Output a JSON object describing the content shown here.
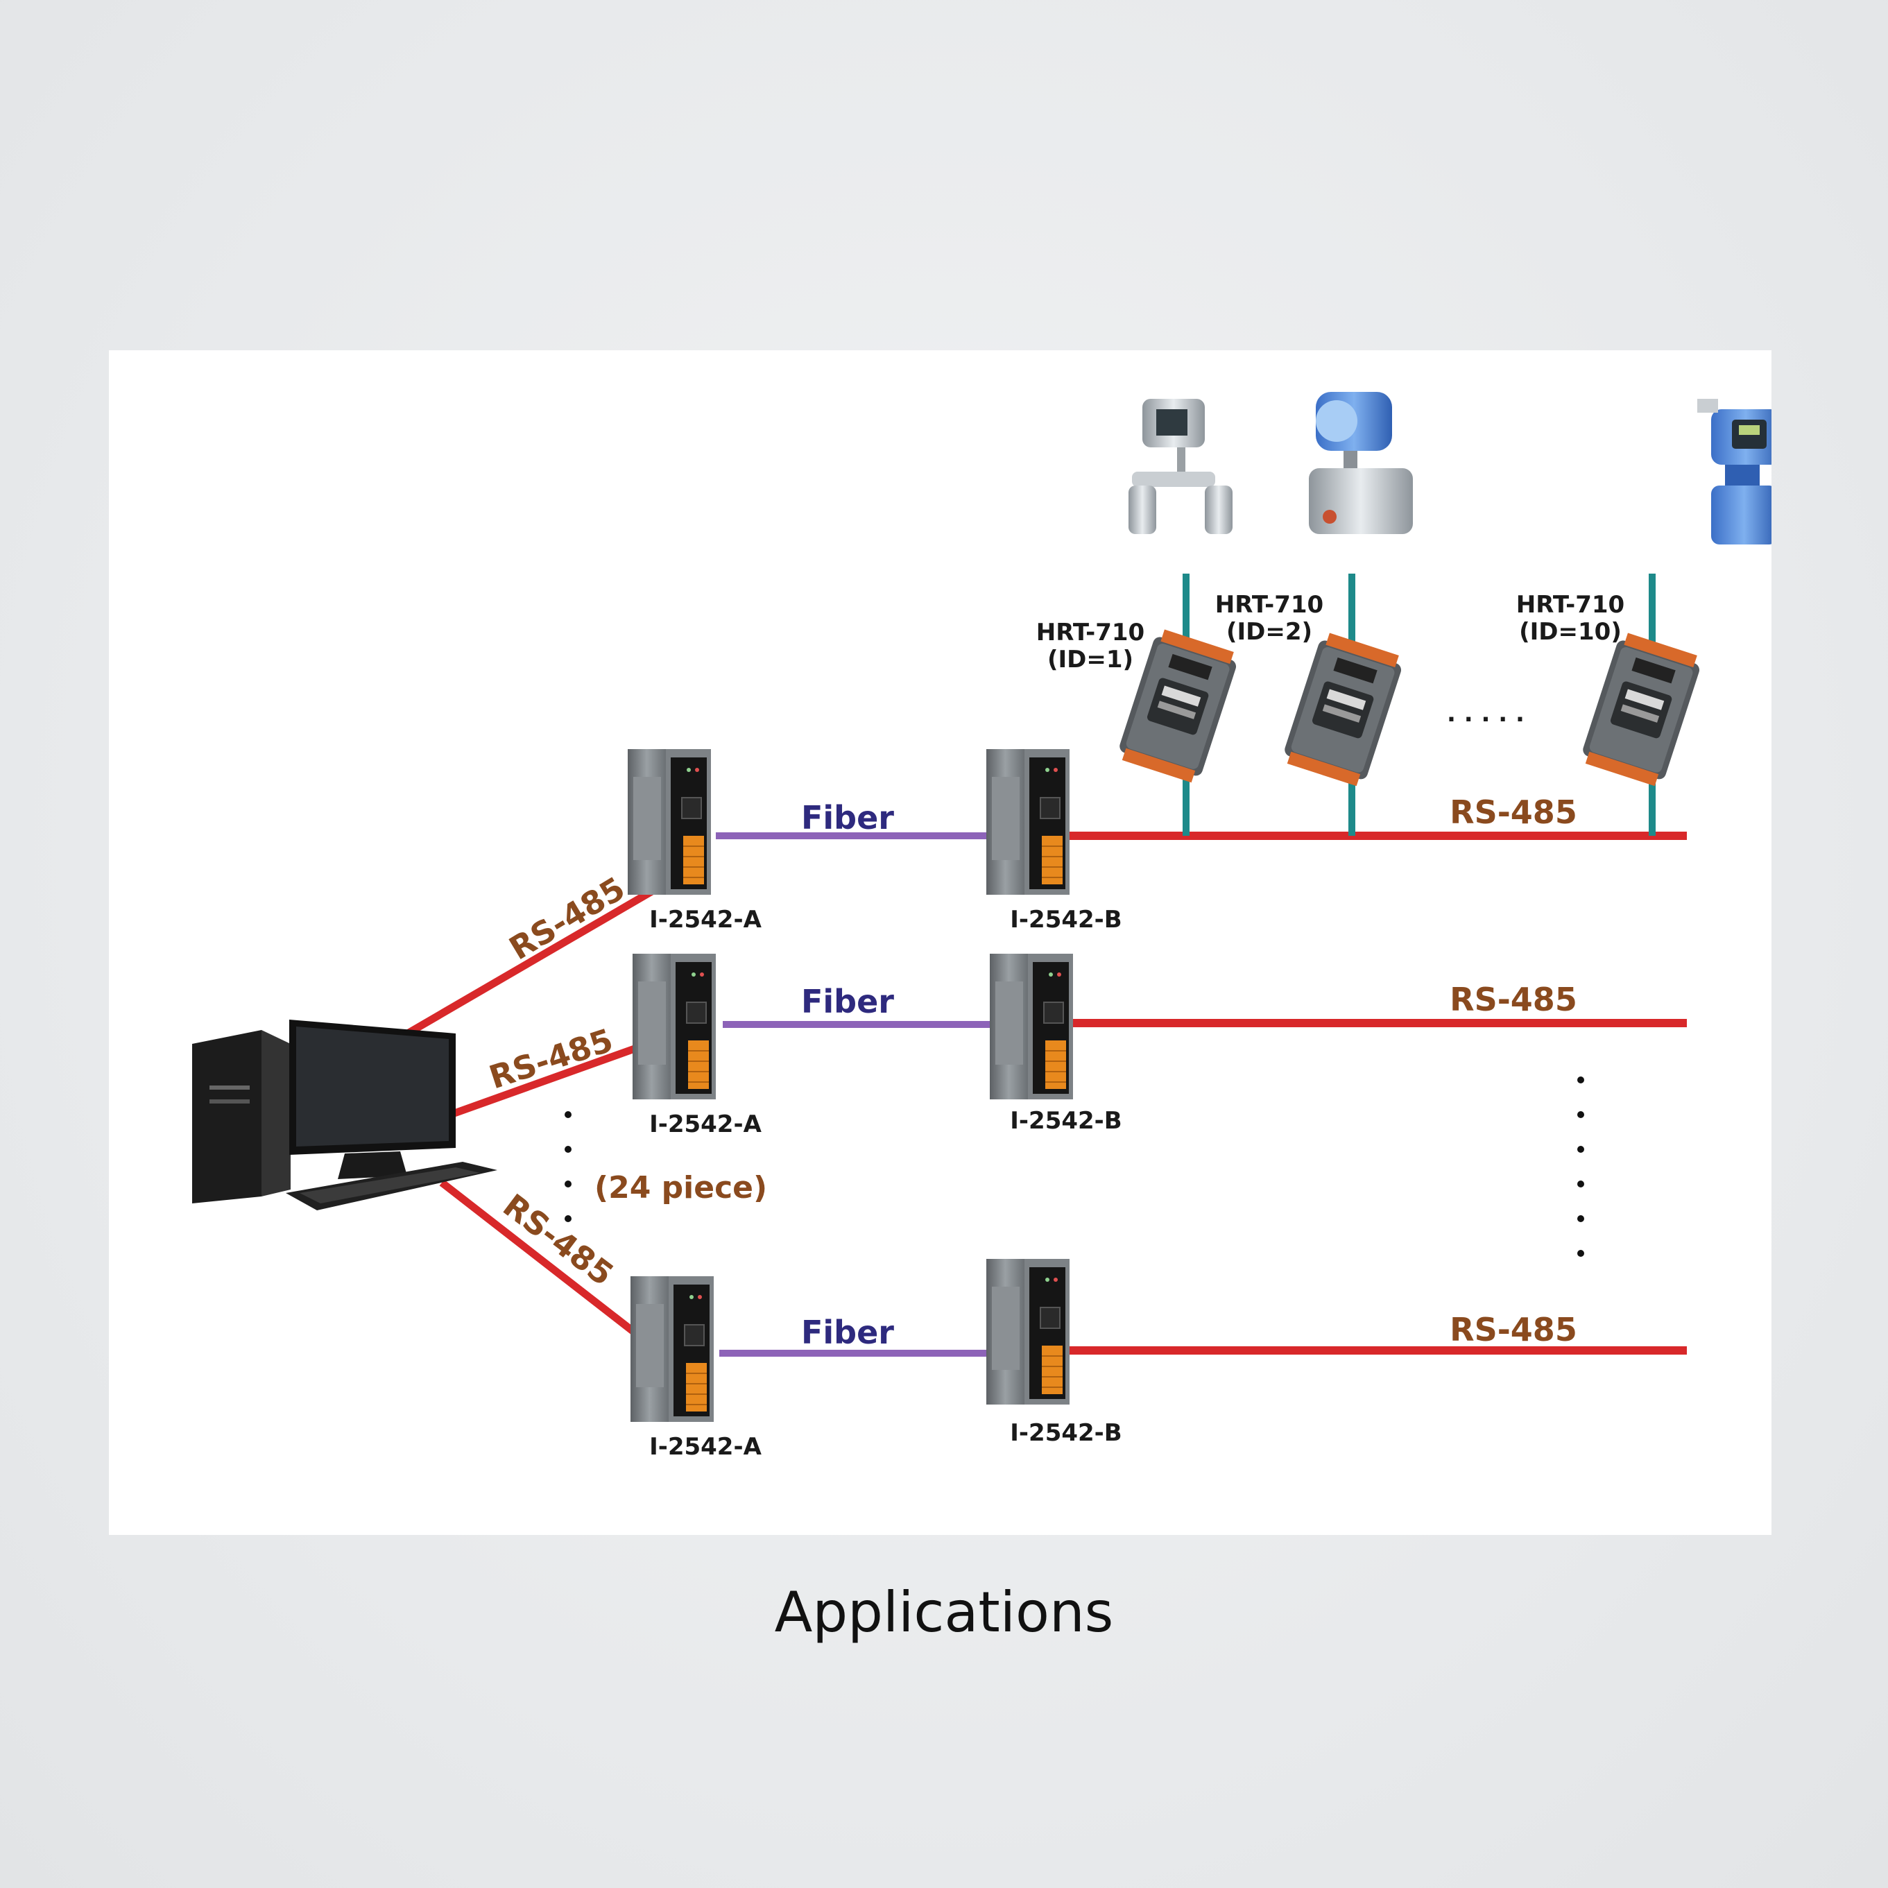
{
  "diagram": {
    "bus_label": "RS-485",
    "fiber_label": "Fiber",
    "converter_a": "I-2542-A",
    "converter_b": "I-2542-B",
    "count_note": "(24 piece)",
    "hart_model": "HRT-710",
    "hart_ids": [
      "(ID=1)",
      "(ID=2)",
      "(ID=10)"
    ],
    "ellipsis": ". . . . .",
    "colors": {
      "rs485": "#d8282a",
      "fiber": "#8d63b8",
      "hart_bus": "#1e8a8a",
      "label_brown": "#8a4a1e",
      "label_navy": "#2e2a7e"
    },
    "icons": [
      "desktop-pc-icon",
      "din-rail-converter-icon",
      "hart-converter-icon",
      "pressure-transmitter-icon",
      "flow-transmitter-icon"
    ]
  },
  "caption": "Applications"
}
